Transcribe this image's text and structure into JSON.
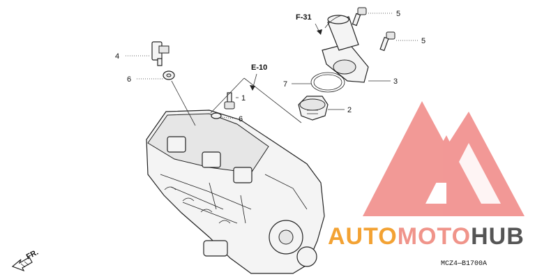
{
  "diagram": {
    "callouts": [
      {
        "id": "c1",
        "text": "1"
      },
      {
        "id": "c2",
        "text": "2"
      },
      {
        "id": "c3",
        "text": "3"
      },
      {
        "id": "c4",
        "text": "4"
      },
      {
        "id": "c5a",
        "text": "5"
      },
      {
        "id": "c5b",
        "text": "5"
      },
      {
        "id": "c6a",
        "text": "6"
      },
      {
        "id": "c6b",
        "text": "6"
      },
      {
        "id": "c7",
        "text": "7"
      }
    ],
    "refs": {
      "e10": "E-10",
      "f31": "F-31",
      "fr": "FR."
    },
    "diagram_code": "MCZ4—B1700A"
  },
  "watermark": {
    "text_auto": "AUTO",
    "text_moto": "MOTO",
    "text_hub": "HUB",
    "color_auto": "#f3a233",
    "color_moto": "#f0948a",
    "color_hub": "#555555",
    "logo_color": "#f08784"
  }
}
